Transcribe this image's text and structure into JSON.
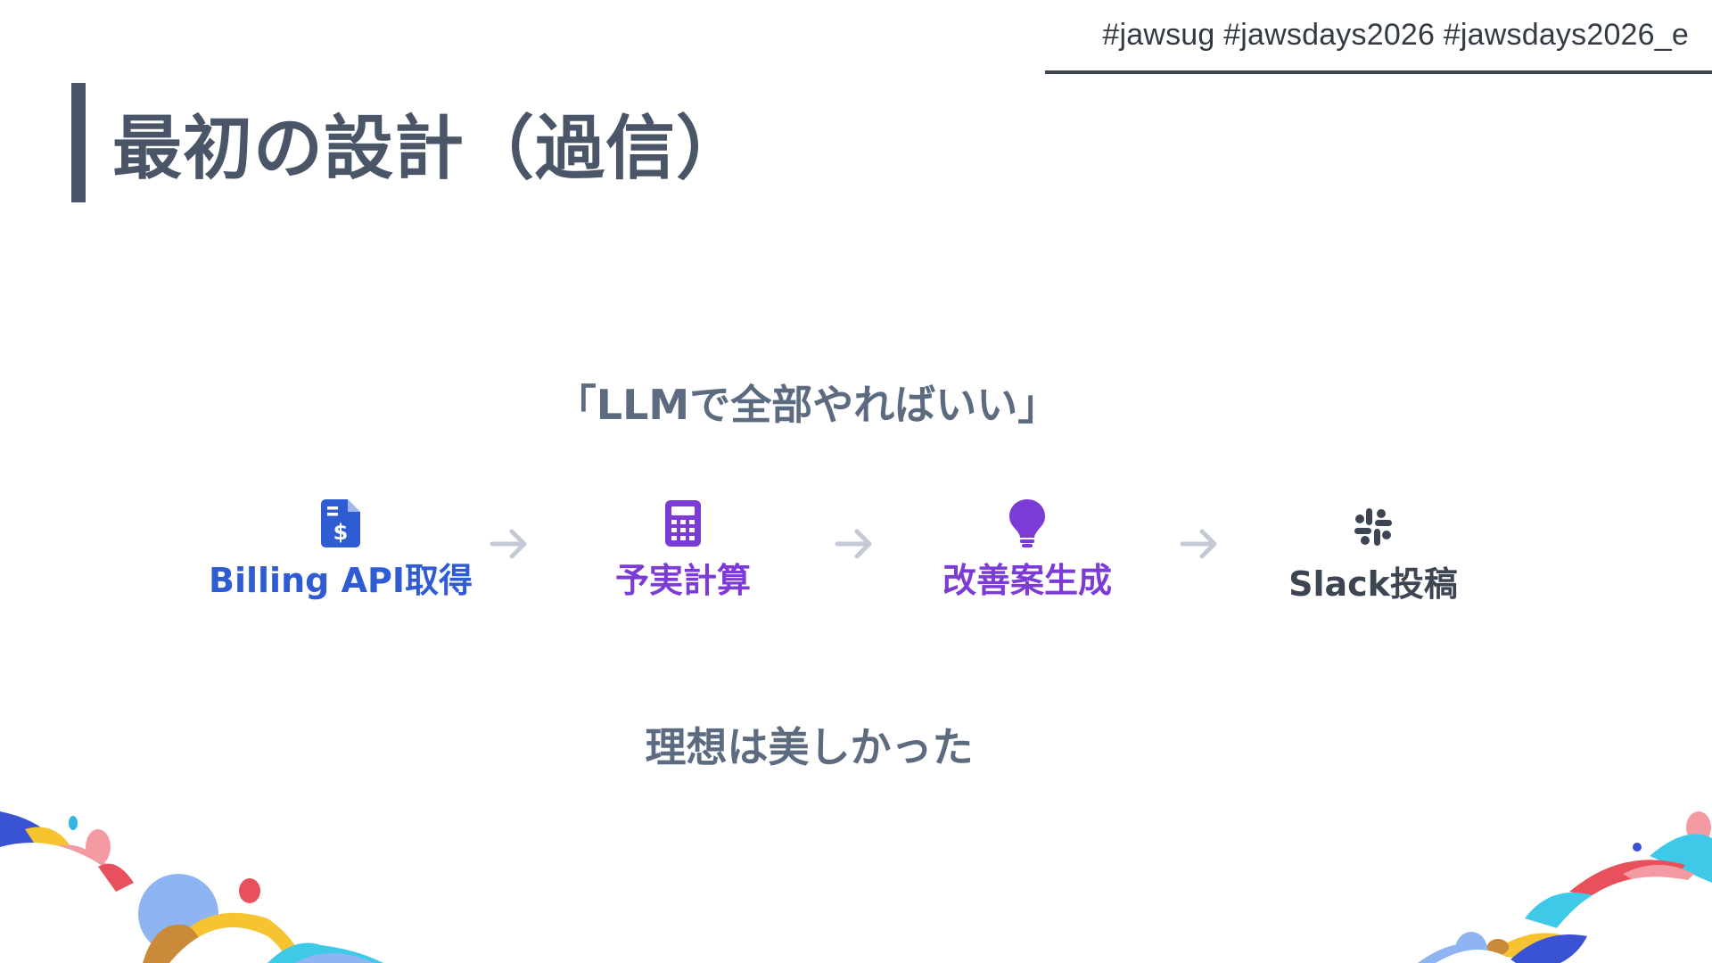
{
  "header": {
    "hashtags": "#jawsug #jawsdays2026 #jawsdays2026_e"
  },
  "slide": {
    "title": "最初の設計（過信）",
    "quote": "「LLMで全部やればいい」",
    "closing": "理想は美しかった"
  },
  "flow": {
    "steps": [
      {
        "label": "Billing API取得",
        "icon": "billing-document-icon",
        "color": "#2f5bd3"
      },
      {
        "label": "予実計算",
        "icon": "calculator-icon",
        "color": "#7d3bd6"
      },
      {
        "label": "改善案生成",
        "icon": "lightbulb-icon",
        "color": "#7d3bd6"
      },
      {
        "label": "Slack投稿",
        "icon": "slack-icon",
        "color": "#3d4452"
      }
    ],
    "arrow_color": "#c3cad6"
  }
}
